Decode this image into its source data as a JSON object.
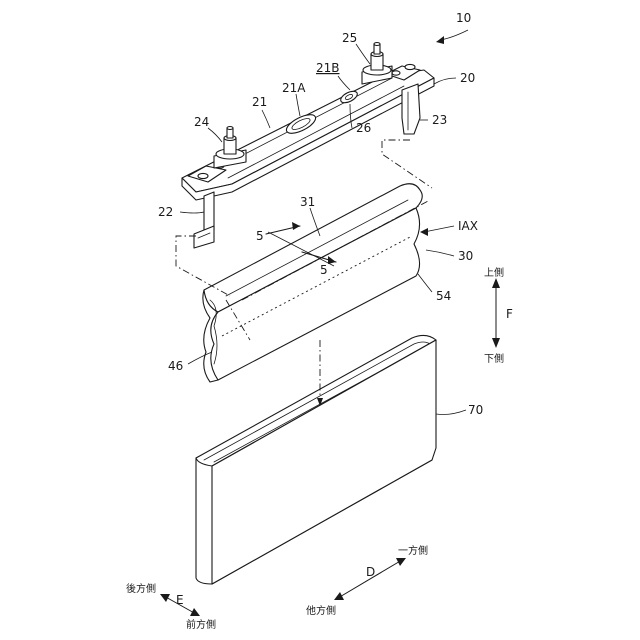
{
  "figure": {
    "labels": {
      "assembly": "10",
      "cover_assembly": "20",
      "cover_plate": "21",
      "cover_body": "21A",
      "cover_surface": "21B",
      "neg_collector": "22",
      "pos_collector": "23",
      "neg_terminal": "24",
      "pos_terminal": "25",
      "vent": "26",
      "electrode_body": "30",
      "electrode_top": "31",
      "axis": "IAX",
      "electrode_side": "54",
      "electrode_edge": "46",
      "case": "70",
      "section_a": "5",
      "section_b": "5"
    },
    "directions": {
      "F": {
        "letter": "F",
        "upper": "上側",
        "lower": "下側"
      },
      "D": {
        "letter": "D",
        "one": "一方側",
        "other": "他方側"
      },
      "E": {
        "letter": "E",
        "rear": "後方側",
        "front": "前方側"
      }
    }
  }
}
